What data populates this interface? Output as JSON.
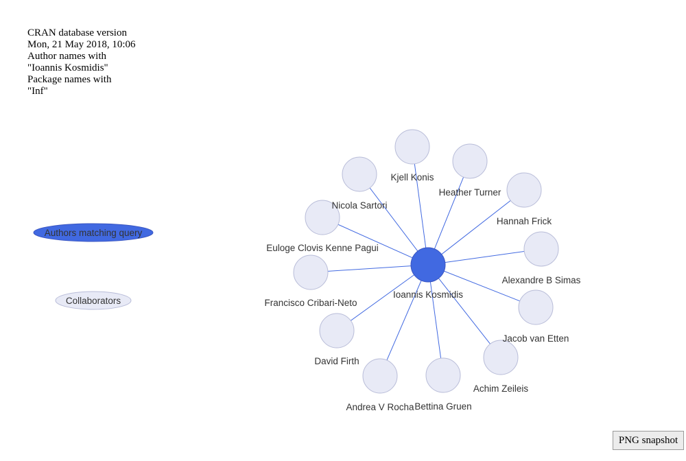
{
  "info": {
    "lines": [
      "CRAN database version",
      "Mon, 21 May 2018, 10:06",
      "Author names with",
      "\"Ioannis Kosmidis\"",
      "Package names with",
      "\"Inf\""
    ]
  },
  "legend": {
    "query_label": "Authors matching query",
    "collab_label": "Collaborators"
  },
  "colors": {
    "query_fill": "#4169e1",
    "collab_fill": "#e8eaf6",
    "collab_stroke": "#b8bcd8",
    "edge": "#4169e1"
  },
  "graph": {
    "center": {
      "name": "Ioannis Kosmidis"
    },
    "collaborators": [
      {
        "name": "Kjell Konis"
      },
      {
        "name": "Heather Turner"
      },
      {
        "name": "Hannah Frick"
      },
      {
        "name": "Alexandre B Simas"
      },
      {
        "name": "Jacob van Etten"
      },
      {
        "name": "Achim Zeileis"
      },
      {
        "name": "Bettina Gruen"
      },
      {
        "name": "Andrea V Rocha"
      },
      {
        "name": "David Firth"
      },
      {
        "name": "Francisco Cribari-Neto"
      },
      {
        "name": "Euloge Clovis Kenne Pagui"
      },
      {
        "name": "Nicola Sartori"
      }
    ]
  },
  "buttons": {
    "png_snapshot": "PNG snapshot"
  }
}
